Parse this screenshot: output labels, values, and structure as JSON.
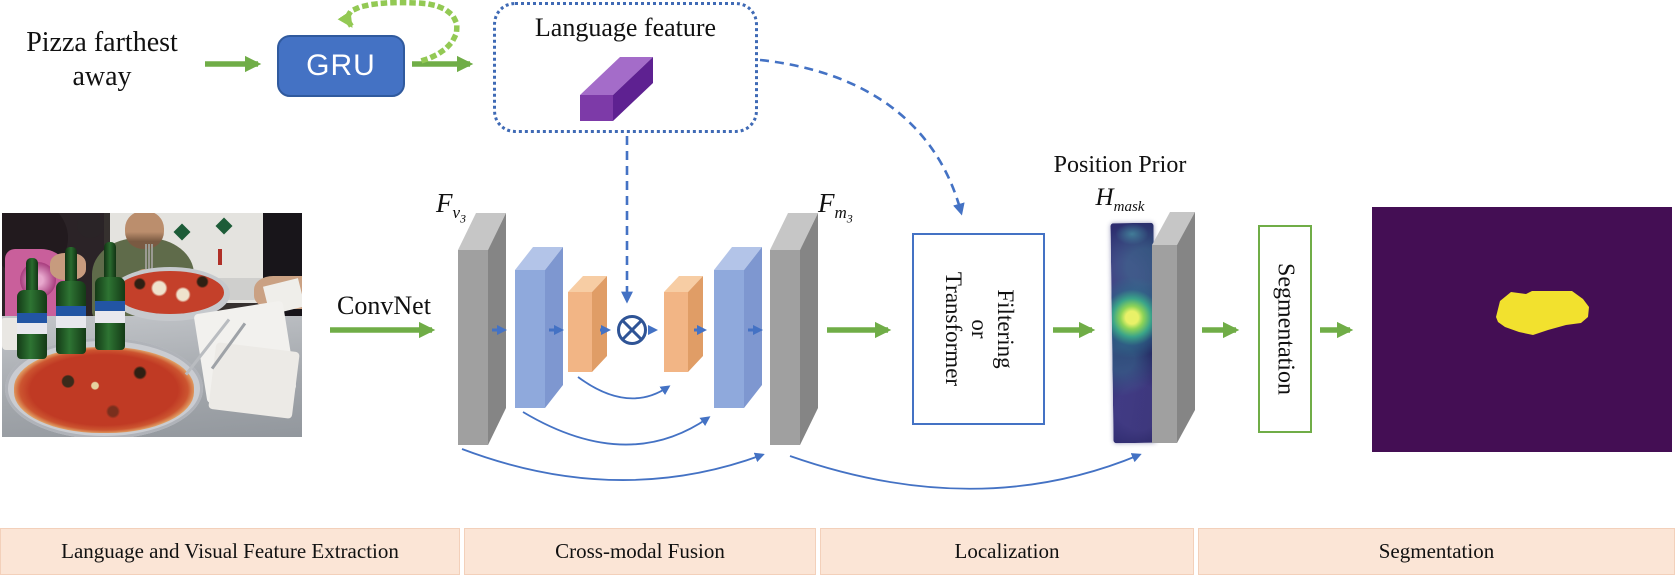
{
  "figure": {
    "description": "Referring image segmentation model architecture diagram"
  },
  "palette": {
    "text": "#111111",
    "green": "#70ad47",
    "loop_green": "#93c954",
    "blue": "#4472c4",
    "slab_blue": "#8fa9dc",
    "slab_blue_top": "#b3c4e8",
    "slab_blue_side": "#7e97d0",
    "slab_orange": "#f2b585",
    "slab_orange_top": "#f7cda4",
    "slab_orange_side": "#e09d66",
    "slab_gray": "#a0a0a0",
    "slab_gray_top": "#c6c6c6",
    "slab_gray_side": "#858585",
    "purple_front": "#7d3aa8",
    "purple_top": "#a46cc9",
    "purple_side": "#5e2191",
    "band_bg": "#fbe5d6",
    "band_border": "#f3d0ba",
    "mask_bg": "#440e54",
    "mask_fg": "#f2e12e"
  },
  "query": {
    "line1": "Pizza farthest",
    "line2": "away"
  },
  "gru": {
    "label": "GRU"
  },
  "language_feature": {
    "title": "Language feature"
  },
  "convnet_label": "ConvNet",
  "feature_map_in": {
    "base": "F",
    "sub": "v",
    "subsub": "3"
  },
  "feature_map_out": {
    "base": "F",
    "sub": "m",
    "subsub": "3"
  },
  "localization_box": {
    "lines": [
      "Filtering",
      "or",
      "Transformer"
    ]
  },
  "position_prior": {
    "title": "Position Prior",
    "symbol_base": "H",
    "symbol_sub": "mask"
  },
  "segmentation_box": {
    "label": "Segmentation"
  },
  "stages": [
    {
      "label": "Language and Visual Feature Extraction"
    },
    {
      "label": "Cross-modal Fusion"
    },
    {
      "label": "Localization"
    },
    {
      "label": "Segmentation"
    }
  ],
  "images": {
    "input": "photo: people at a restaurant table with two pizzas and green beer bottles",
    "position_prior": "blue attention heatmap with bright green-yellow spot",
    "output": "segmentation mask: yellow pizza region on dark purple background"
  }
}
